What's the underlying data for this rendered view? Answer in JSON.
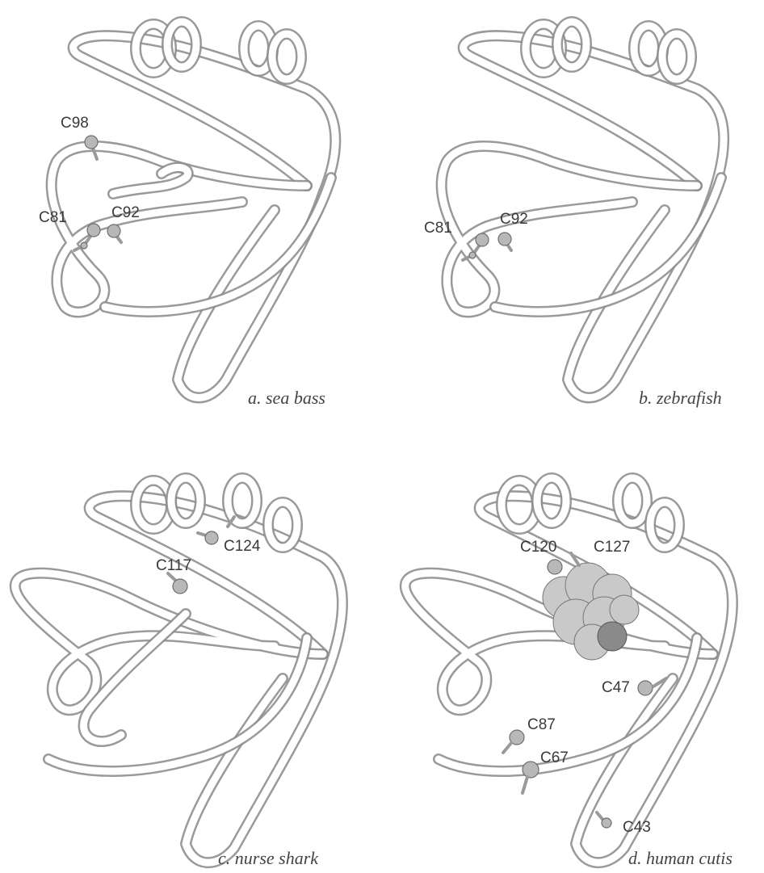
{
  "panels": [
    {
      "caption": "a.  sea bass",
      "residues": [
        "C98",
        "C81",
        "C92"
      ]
    },
    {
      "caption": "b.  zebrafish",
      "residues": [
        "C81",
        "C92"
      ]
    },
    {
      "caption": "c.  nurse shark",
      "residues": [
        "C117",
        "C124"
      ]
    },
    {
      "caption": "d.  human cutis",
      "residues": [
        "C120",
        "C127",
        "C47",
        "C87",
        "C67",
        "C43"
      ]
    }
  ],
  "colors": {
    "ribbon": "#8f8f8f",
    "atom": "#b8b8b8",
    "ligand_light": "#c9c9c9",
    "ligand_dark": "#8a8a8a"
  }
}
